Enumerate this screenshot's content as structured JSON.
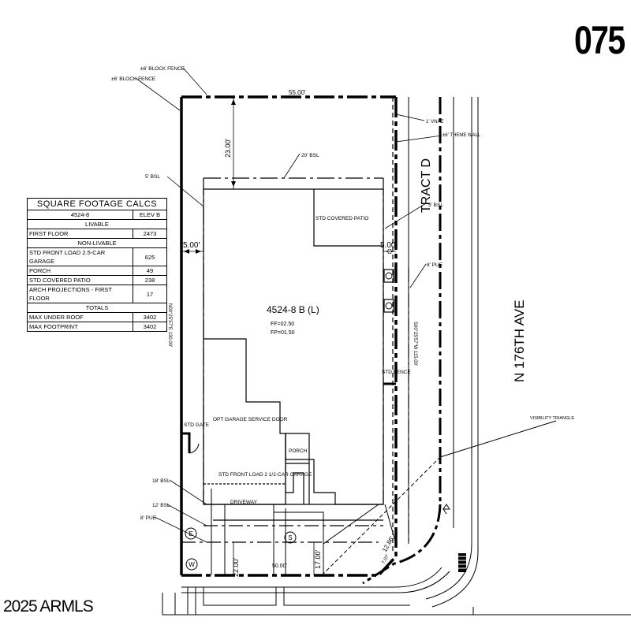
{
  "lot_number": "075",
  "copyright": "2025 ARMLS",
  "street": "N 176TH AVE",
  "tract": "TRACT D",
  "house": {
    "plan": "4524-8 B (L)",
    "ff": "FF=02.50",
    "fp": "FP=01.50"
  },
  "fences": {
    "block_fence_1": "±6' BLOCK FENCE",
    "block_fence_2": "±6' BLOCK FENCE",
    "vnae": "1' VNAE",
    "theme_wall": "±6' THEME WALL",
    "std_fence": "STD FENCE",
    "std_gate": "STD GATE"
  },
  "setbacks": {
    "rear_bsl": "20' BSL",
    "side_bsl_left": "5' BSL",
    "side_bsl_right": "5' BSL",
    "front_bsl": "18' BSL",
    "front_bsl_12": "12' BSL",
    "pue_front": "8' PUE",
    "pue_side": "8' PUE",
    "visibility_triangle": "VISIBILITY TRIANGLE"
  },
  "dimensions": {
    "top_width": "55.00'",
    "bottom_width": "50.00'",
    "rear_setback": "23.00'",
    "left_side": "5.00'",
    "right_side": "5.00'",
    "driveway_depth": "22.00'",
    "front_right": "17.00'",
    "chord": "12.86'",
    "chord_small": "7.07'",
    "left_bearing": "N00°25'57\"E 130.00'",
    "right_bearing": "S00°25'57\"W 115.00'"
  },
  "rooms": {
    "covered_patio": "STD COVERED PATIO",
    "garage_door": "OPT GARAGE SERVICE DOOR",
    "garage": "STD FRONT LOAD 2 1/2-CAR GARAGE",
    "porch": "PORCH",
    "driveway": "DRIVEWAY"
  },
  "utilities": {
    "electric": "E",
    "sewer": "S",
    "water": "W"
  },
  "table": {
    "title": "SQUARE FOOTAGE CALCS",
    "col_plan": "4524-8",
    "col_elev": "ELEV B",
    "sec_livable": "LIVABLE",
    "sec_nonlivable": "NON-LIVABLE",
    "sec_totals": "TOTALS",
    "livable": [
      {
        "label": "FIRST FLOOR",
        "value": "2473"
      }
    ],
    "nonlivable": [
      {
        "label": "STD FRONT LOAD 2.5-CAR GARAGE",
        "value": "625"
      },
      {
        "label": "PORCH",
        "value": "49"
      },
      {
        "label": "STD COVERED PATIO",
        "value": "238"
      },
      {
        "label": "ARCH PROJECTIONS - FIRST FLOOR",
        "value": "17"
      }
    ],
    "totals": [
      {
        "label": "MAX UNDER ROOF",
        "value": "3402"
      },
      {
        "label": "MAX FOOTPRINT",
        "value": "3402"
      }
    ]
  }
}
